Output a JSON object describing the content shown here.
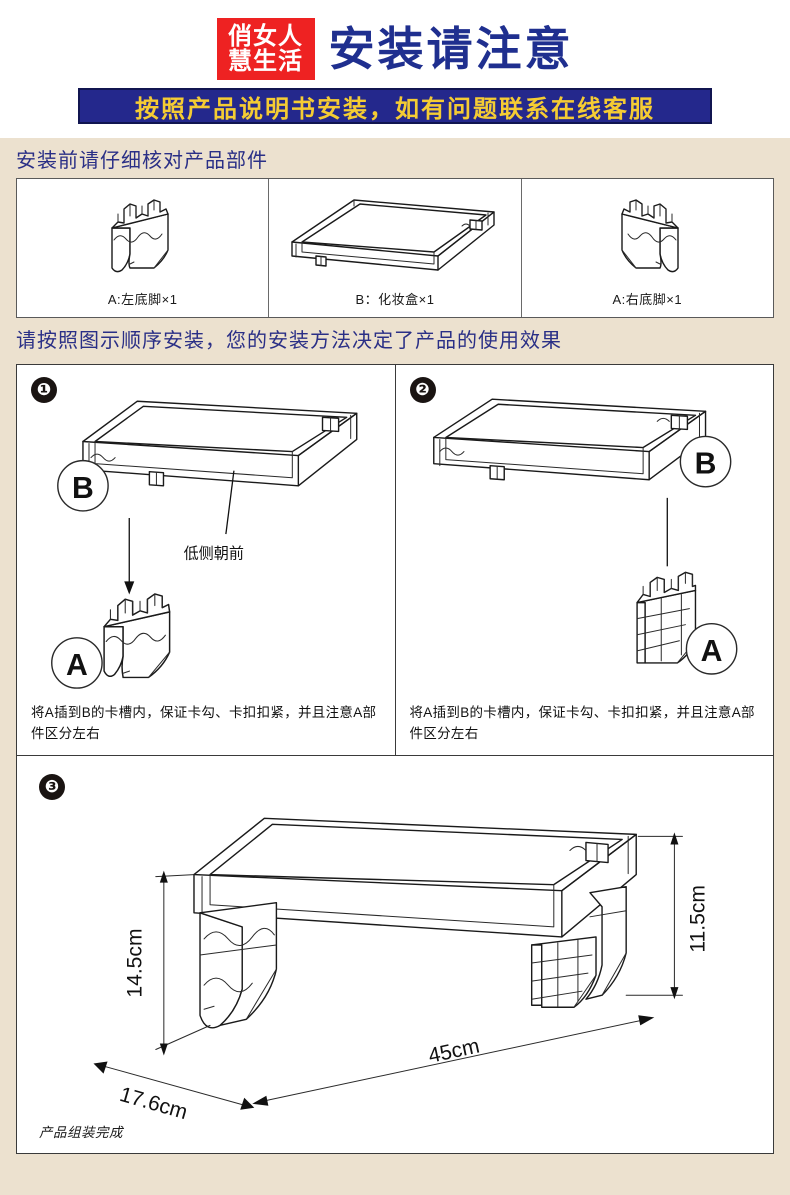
{
  "header": {
    "logo_line1": "俏女人",
    "logo_line2": "慧生活",
    "logo_bg": "#ee2222",
    "title": "安装请注意",
    "title_color": "#1f2f8f",
    "subtitle": "按照产品说明书安装，如有问题联系在线客服",
    "subtitle_bg": "#24288c",
    "subtitle_color": "#f5cc33"
  },
  "parts_section": {
    "heading": "安装前请仔细核对产品部件",
    "items": [
      {
        "label": "A:左底脚×1",
        "icon": "left-foot-part"
      },
      {
        "label": "B：化妆盒×1",
        "icon": "cosmetic-tray-part"
      },
      {
        "label": "A:右底脚×1",
        "icon": "right-foot-part"
      }
    ]
  },
  "steps_section": {
    "heading": "请按照图示顺序安装，您的安装方法决定了产品的使用效果",
    "steps": [
      {
        "number": "❶",
        "caption": "将A插到B的卡槽内，保证卡勾、卡扣扣紧，并且注意A部件区分左右",
        "annotation": "低侧朝前",
        "label_box": "B",
        "label_foot": "A"
      },
      {
        "number": "❷",
        "caption": "将A插到B的卡槽内，保证卡勾、卡扣扣紧，并且注意A部件区分左右",
        "annotation": "",
        "label_box": "B",
        "label_foot": "A"
      }
    ],
    "final_step": {
      "number": "❸",
      "caption": "产品组装完成",
      "dimensions": {
        "height_left": "14.5cm",
        "height_right": "11.5cm",
        "depth": "17.6cm",
        "width": "45cm"
      }
    }
  },
  "colors": {
    "page_bg": "#ffffff",
    "body_bg": "#ece1cf",
    "heading_color": "#2a2f86",
    "line_color": "#1a1a1a"
  }
}
